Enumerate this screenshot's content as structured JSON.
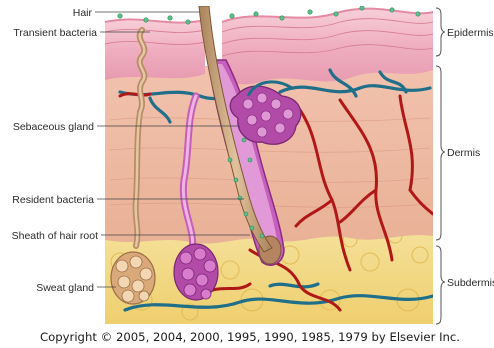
{
  "labels": {
    "hair": "Hair",
    "transient_bacteria": "Transient bacteria",
    "sebaceous_gland": "Sebaceous gland",
    "resident_bacteria": "Resident bacteria",
    "sheath_of_hair_root": "Sheath of hair root",
    "sweat_gland": "Sweat gland"
  },
  "layers": {
    "epidermis": "Epidermis",
    "dermis": "Dermis",
    "subdermis": "Subdermis"
  },
  "copyright": "Copyright © 2005, 2004, 2000, 1995, 1990, 1985, 1979 by Elsevier Inc.",
  "colors": {
    "epidermis": "#f2b8c6",
    "dermis": "#f0c1a8",
    "subdermis_fat": "#f4dc8a",
    "sebaceous": "#b24aa8",
    "vein": "#1f6f8a",
    "artery": "#b01818",
    "hair": "#c9a078",
    "bacteria": "#5cc08a"
  }
}
